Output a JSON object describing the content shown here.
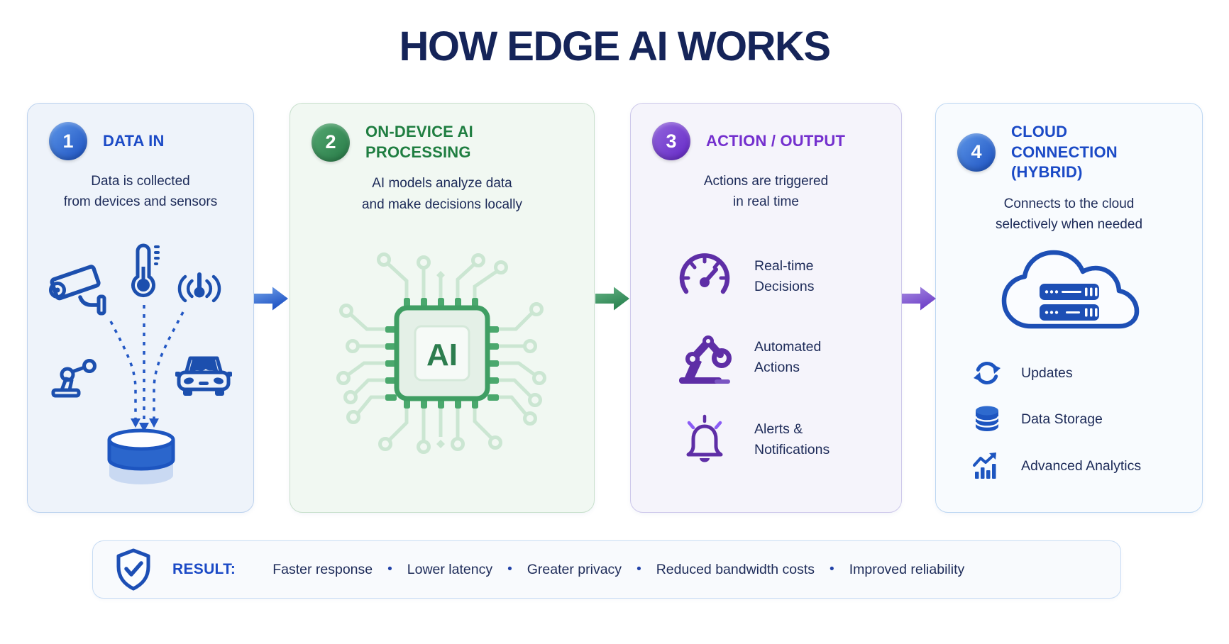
{
  "title": "HOW EDGE AI WORKS",
  "steps": [
    {
      "number": "1",
      "title": "DATA IN",
      "description": "Data is collected\nfrom devices and sensors",
      "icons": [
        "security-camera-icon",
        "thermometer-icon",
        "wireless-sensor-icon",
        "robot-arm-icon",
        "car-icon",
        "database-icon",
        "data-flow-dashed-arrows"
      ]
    },
    {
      "number": "2",
      "title": "ON-DEVICE AI PROCESSING",
      "description": "AI models analyze data\nand make decisions locally",
      "chip_label": "AI",
      "icons": [
        "ai-chip-icon"
      ]
    },
    {
      "number": "3",
      "title": "ACTION / OUTPUT",
      "description": "Actions are triggered\nin real time",
      "items": [
        {
          "icon": "gauge-icon",
          "label": "Real-time\nDecisions"
        },
        {
          "icon": "robot-arm-icon",
          "label": "Automated\nActions"
        },
        {
          "icon": "bell-icon",
          "label": "Alerts &\nNotifications"
        }
      ]
    },
    {
      "number": "4",
      "title": "CLOUD CONNECTION (HYBRID)",
      "description": "Connects to the cloud\nselectively when needed",
      "icons": [
        "cloud-servers-icon"
      ],
      "items": [
        {
          "icon": "sync-icon",
          "label": "Updates"
        },
        {
          "icon": "database-stack-icon",
          "label": "Data Storage"
        },
        {
          "icon": "analytics-icon",
          "label": "Advanced Analytics"
        }
      ]
    }
  ],
  "result": {
    "icon": "shield-check-icon",
    "label": "RESULT:",
    "separator": "•",
    "items": [
      "Faster response",
      "Lower latency",
      "Greater privacy",
      "Reduced bandwidth costs",
      "Improved reliability"
    ]
  },
  "colors": {
    "navy": "#1c2a58",
    "title_navy": "#152459",
    "accent_blue": "#1b4ac6",
    "accent_green": "#1f7e41",
    "accent_purple": "#7430ce",
    "icon_blue": "#1c4fae",
    "icon_purple": "#5e2ea6",
    "icon_green": "#3f9e63",
    "card1_bg": "#eef3fa",
    "card2_bg": "#f1f8f2",
    "card3_bg": "#f5f4fb",
    "card4_bg": "#f8fbfe"
  }
}
